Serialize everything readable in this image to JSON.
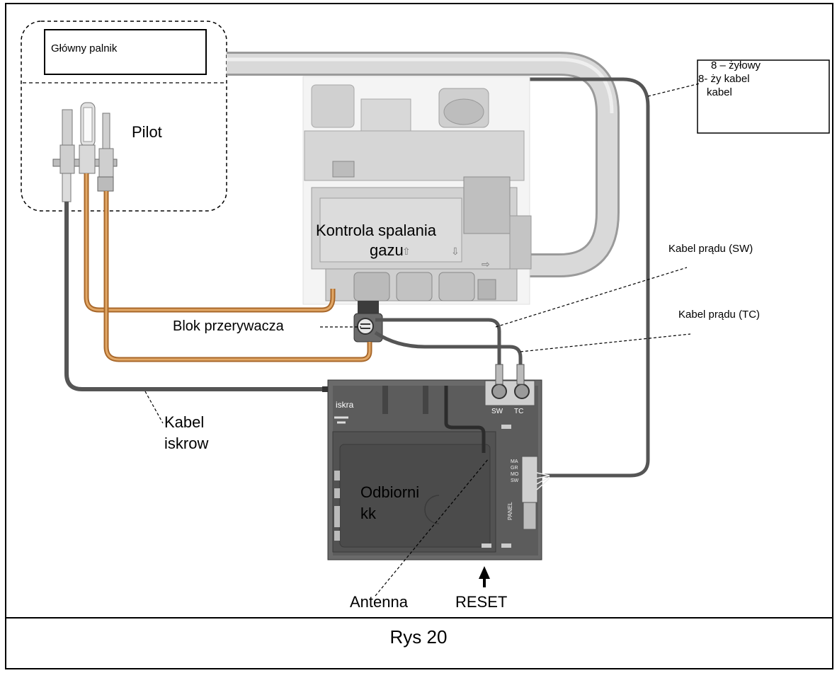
{
  "figure": {
    "caption": "Rys 20"
  },
  "labels": {
    "main_burner": "Główny palnik",
    "pilot": "Pilot",
    "gas_control_line1": "Kontrola spalania",
    "gas_control_line2": "gazu",
    "interrupter_block": "Blok przerywacza",
    "spark_cable_line1": "Kabel",
    "spark_cable_line2": "iskrow",
    "receiver_line1": "Odbiorni",
    "receiver_line2": "kk",
    "antenna": "Antenna",
    "reset": "RESET",
    "power_cable_sw": "Kabel prądu (SW)",
    "power_cable_tc": "Kabel prądu (TC)",
    "wire8_line1": "8 – żyłowy",
    "wire8_line2": "8- ży kabel",
    "wire8_line3": "kabel",
    "spark_terminal": "iskra",
    "terminal_sw": "SW",
    "terminal_tc": "TC",
    "connector_pins": [
      "MA",
      "GR",
      "MO",
      "SW"
    ],
    "panel_connector": "PANEL"
  },
  "colors": {
    "border": "#000000",
    "gas_pipe": "#c9c9c9",
    "copper_tube": "#d08a3c",
    "cable": "#555555",
    "valve_body": "#d4d4d4",
    "receiver_body": "#5a5a5a"
  }
}
